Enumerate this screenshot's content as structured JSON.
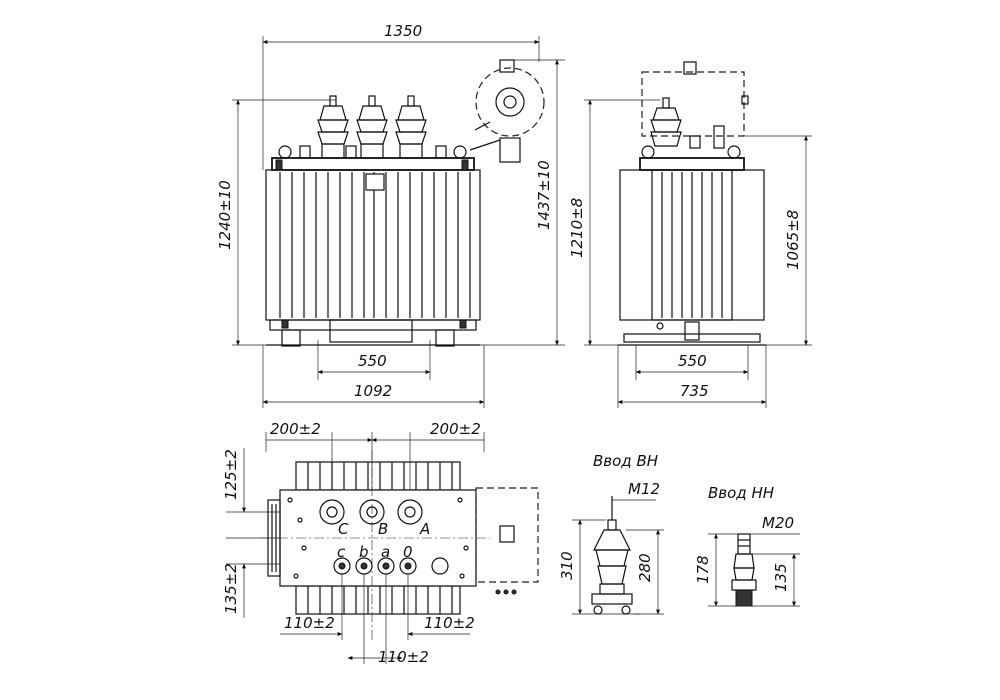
{
  "dimensions": {
    "overall_width": "1350",
    "height_total": "1240±10",
    "height_with_box": "1437±10",
    "wheel_track_front": "550",
    "base_length": "1092",
    "side_height_total": "1210±8",
    "side_height_cover": "1065±8",
    "wheel_track_side": "550",
    "base_width": "735",
    "top_spacing_left": "200±2",
    "top_spacing_right": "200±2",
    "top_offset_upper": "125±2",
    "top_offset_lower": "135±2",
    "lv_spacing_left": "110±2",
    "lv_spacing_right": "110±2",
    "lv_spacing_bottom": "110±2",
    "hv_height": "310",
    "hv_height_inner": "280",
    "lv_height": "178",
    "lv_height_inner": "135"
  },
  "phase_labels": {
    "hv": [
      "C",
      "B",
      "A"
    ],
    "lv": [
      "c",
      "b",
      "a",
      "0"
    ]
  },
  "bushings": {
    "hv_title": "Ввод ВН",
    "hv_thread": "M12",
    "lv_title": "Ввод НН",
    "lv_thread": "M20"
  }
}
